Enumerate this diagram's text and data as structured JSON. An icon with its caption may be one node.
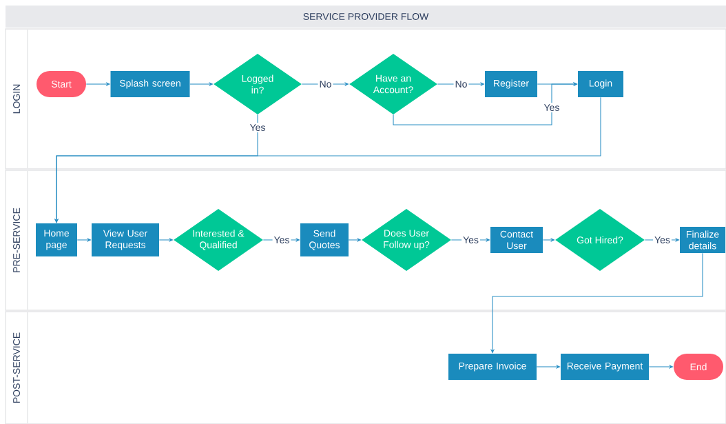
{
  "diagram": {
    "title": "SERVICE PROVIDER FLOW",
    "nodes": [
      {
        "text": [
          "LOGIN"
        ]
      },
      {
        "text": [
          "Start"
        ],
        "in": 0
      },
      {
        "text": [
          "Splash screen"
        ],
        "in": 0
      },
      {
        "text": [
          "Logged in?"
        ],
        "in": 0
      },
      {
        "text": [
          "Have an Account?"
        ],
        "in": 0
      },
      {
        "text": [
          "Register"
        ],
        "in": 0
      },
      {
        "text": [
          "Login"
        ],
        "in": 0
      },
      {
        "text": [
          "PRE-SERVICE"
        ]
      },
      {
        "text": [
          "Home page"
        ],
        "in": 7
      },
      {
        "text": [
          "View User Requests"
        ],
        "in": 7
      },
      {
        "text": [
          "Interested & Qualified"
        ],
        "in": 7
      },
      {
        "text": [
          "Send Quotes"
        ],
        "in": 7
      },
      {
        "text": [
          "Does User Follow up?"
        ],
        "in": 7
      },
      {
        "text": [
          "Contact User"
        ],
        "in": 7
      },
      {
        "text": [
          "Got Hired?"
        ],
        "in": 7
      },
      {
        "text": [
          "Finalize details"
        ],
        "in": 7
      },
      {
        "text": [
          "POST-SERVICE"
        ]
      },
      {
        "text": [
          "Prepare Invoice"
        ],
        "in": 16
      },
      {
        "text": [
          "Receive Payment"
        ],
        "in": 16
      },
      {
        "text": [
          "End"
        ],
        "in": 16
      }
    ],
    "edges": [
      {
        "from": 1,
        "to": 2,
        "arrow": "to"
      },
      {
        "from": 2,
        "to": 3,
        "arrow": "to"
      },
      {
        "from": 3,
        "to": 4,
        "arrow": "to",
        "label": "No"
      },
      {
        "from": 4,
        "to": 5,
        "arrow": "to",
        "label": "No"
      },
      {
        "from": 5,
        "to": 6,
        "arrow": "to"
      },
      {
        "from": 4,
        "to": 6,
        "arrow": "to",
        "label": "Yes"
      },
      {
        "from": 3,
        "to": 8,
        "arrow": "to",
        "label": "Yes"
      },
      {
        "from": 6,
        "to": 8,
        "arrow": "to"
      },
      {
        "from": 8,
        "to": 9,
        "arrow": "to"
      },
      {
        "from": 9,
        "to": 10,
        "arrow": "to"
      },
      {
        "from": 10,
        "to": 11,
        "arrow": "to",
        "label": "Yes"
      },
      {
        "from": 11,
        "to": 12,
        "arrow": "to"
      },
      {
        "from": 12,
        "to": 13,
        "arrow": "to",
        "label": "Yes"
      },
      {
        "from": 13,
        "to": 14,
        "arrow": "to"
      },
      {
        "from": 14,
        "to": 15,
        "arrow": "to",
        "label": "Yes"
      },
      {
        "from": 15,
        "to": 17,
        "arrow": "to"
      },
      {
        "from": 17,
        "to": 18,
        "arrow": "to"
      },
      {
        "from": 18,
        "to": 19,
        "arrow": "to"
      }
    ]
  }
}
